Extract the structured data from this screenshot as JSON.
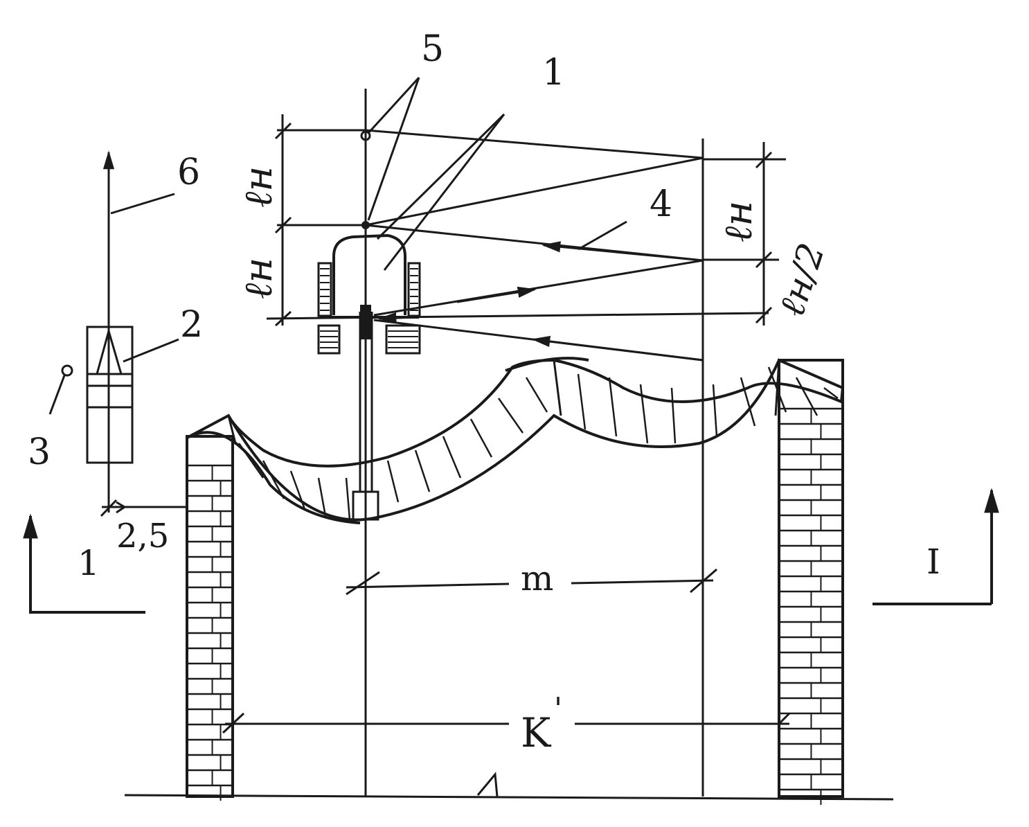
{
  "labels": {
    "callout_1": "1",
    "callout_2": "2",
    "callout_3": "3",
    "callout_4": "4",
    "callout_5": "5",
    "callout_6": "6",
    "dim_2_5": "2,5",
    "dim_m": "m",
    "dim_k": "K",
    "dim_k_prime": "'",
    "section_left": "1",
    "section_right": "I",
    "ln_left_top": "ℓн",
    "ln_left_bottom": "ℓн",
    "ln_right": "ℓн",
    "ln_half": "ℓн/2"
  },
  "colors": {
    "ink": "#1a1a1a",
    "paper": "#ffffff"
  }
}
